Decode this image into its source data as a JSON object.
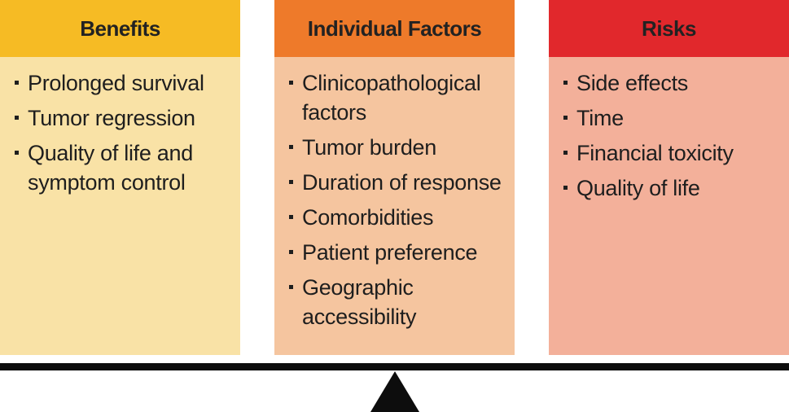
{
  "benefits": {
    "title": "Benefits",
    "items": [
      "Prolonged survival",
      "Tumor regression",
      "Quality of life and symptom control"
    ]
  },
  "factors": {
    "title": "Individual Factors",
    "items": [
      "Clinicopathological factors",
      "Tumor burden",
      "Duration of response",
      "Comorbidities",
      "Patient preference",
      "Geographic accessibility"
    ]
  },
  "risks": {
    "title": "Risks",
    "items": [
      "Side effects",
      "Time",
      "Financial toxicity",
      "Quality of life"
    ]
  },
  "colors": {
    "benefits_header": "#F6BB24",
    "benefits_body": "#F9E2A6",
    "factors_header": "#EE7A2A",
    "factors_body": "#F5C59F",
    "risks_header": "#E1282C",
    "risks_body": "#F3B09A",
    "beam": "#0d0d0d"
  }
}
